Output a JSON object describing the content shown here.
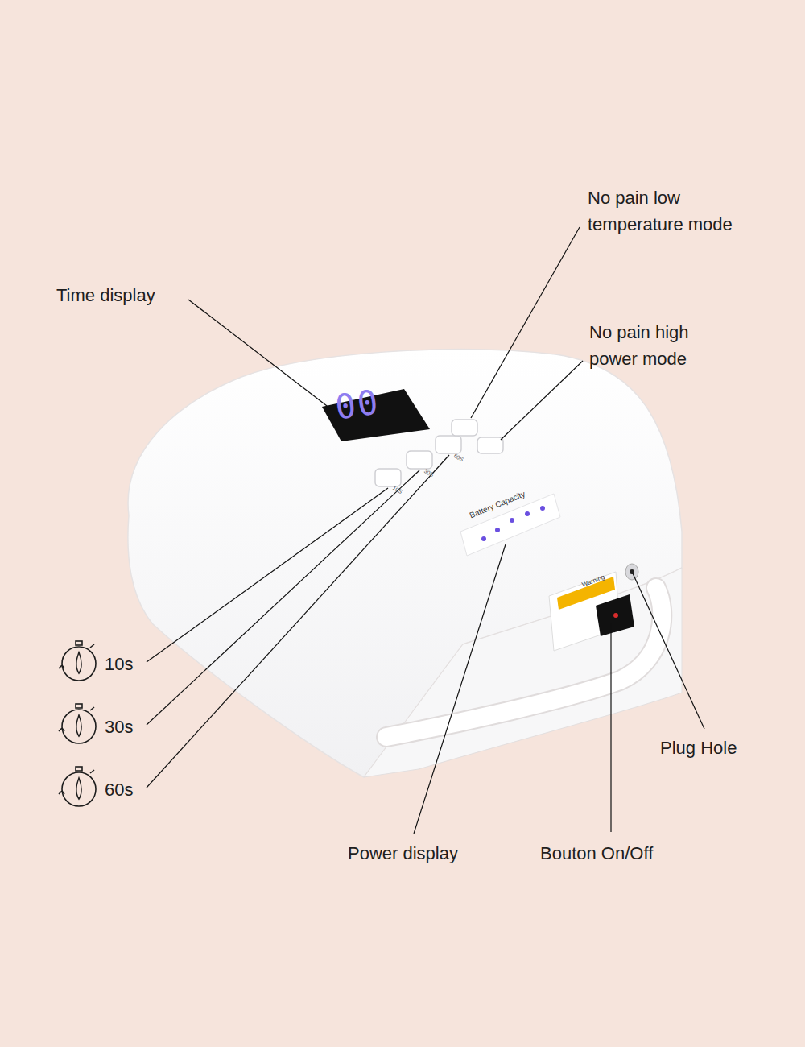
{
  "diagram": {
    "labels": [
      "No pain low temperature mode",
      "Time display",
      "No pain high power mode",
      "00",
      "60S",
      "30S",
      "10S",
      "Battery Capacity",
      "Warning",
      "10s",
      "30s",
      "60s",
      "Plug Hole",
      "Power display",
      "Bouton On/Off"
    ]
  }
}
